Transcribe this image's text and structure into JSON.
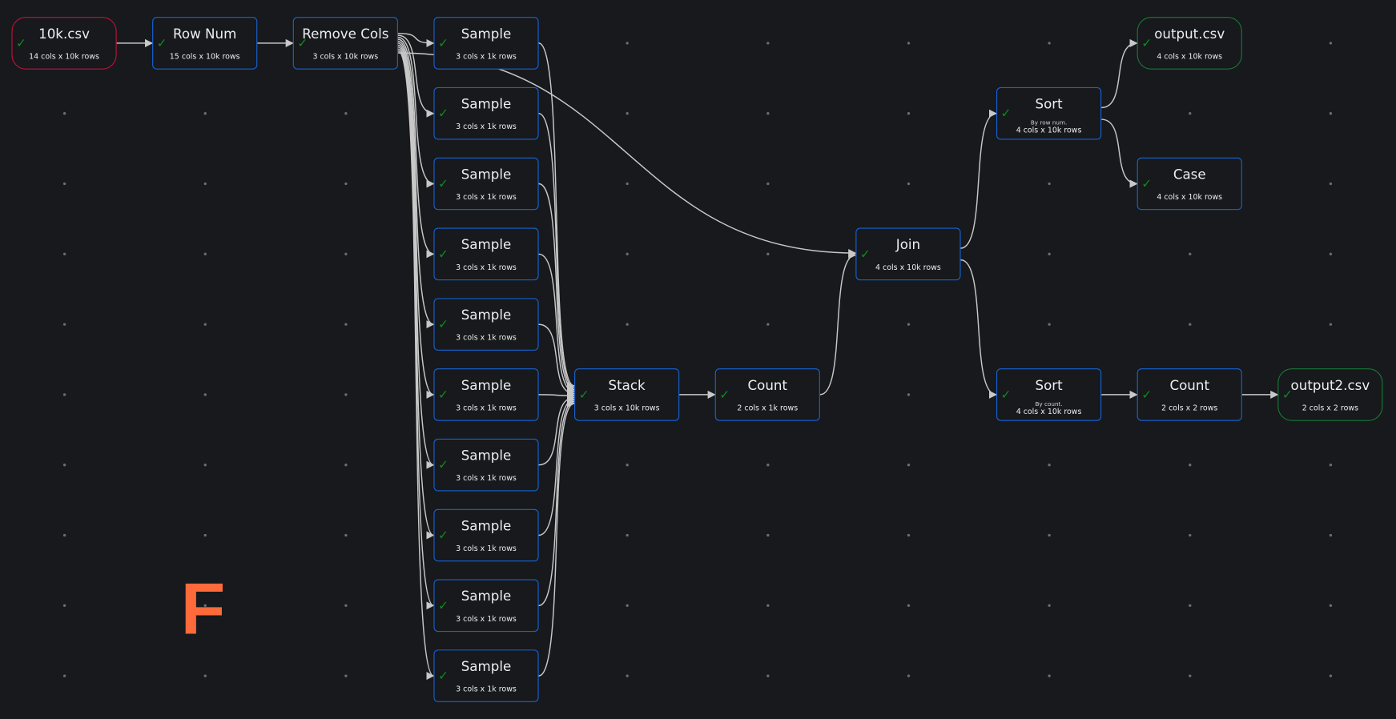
{
  "colors": {
    "background": "#17191c",
    "node_border": "#1663d6",
    "source_border": "#c2123b",
    "sink_border": "#167a37",
    "check": "#0e8a1c",
    "edge": "#c8c8c8",
    "logo": "#ff6a3a"
  },
  "logo_letter": "F",
  "status_icon": "check-icon",
  "nodes": [
    {
      "id": "src",
      "kind": "source",
      "title": "10k.csv",
      "sub": "14 cols x 10k rows"
    },
    {
      "id": "rownum",
      "kind": "op",
      "title": "Row Num",
      "sub": "15 cols x 10k rows"
    },
    {
      "id": "remove",
      "kind": "op",
      "title": "Remove Cols",
      "sub": "3 cols x 10k rows"
    },
    {
      "id": "s0",
      "kind": "op",
      "title": "Sample",
      "sub": "3 cols x 1k rows"
    },
    {
      "id": "s1",
      "kind": "op",
      "title": "Sample",
      "sub": "3 cols x 1k rows"
    },
    {
      "id": "s2",
      "kind": "op",
      "title": "Sample",
      "sub": "3 cols x 1k rows"
    },
    {
      "id": "s3",
      "kind": "op",
      "title": "Sample",
      "sub": "3 cols x 1k rows"
    },
    {
      "id": "s4",
      "kind": "op",
      "title": "Sample",
      "sub": "3 cols x 1k rows"
    },
    {
      "id": "s5",
      "kind": "op",
      "title": "Sample",
      "sub": "3 cols x 1k rows"
    },
    {
      "id": "s6",
      "kind": "op",
      "title": "Sample",
      "sub": "3 cols x 1k rows"
    },
    {
      "id": "s7",
      "kind": "op",
      "title": "Sample",
      "sub": "3 cols x 1k rows"
    },
    {
      "id": "s8",
      "kind": "op",
      "title": "Sample",
      "sub": "3 cols x 1k rows"
    },
    {
      "id": "s9",
      "kind": "op",
      "title": "Sample",
      "sub": "3 cols x 1k rows"
    },
    {
      "id": "stack",
      "kind": "op",
      "title": "Stack",
      "sub": "3 cols x 10k rows"
    },
    {
      "id": "count1",
      "kind": "op",
      "title": "Count",
      "sub": "2 cols x 1k rows"
    },
    {
      "id": "join",
      "kind": "op",
      "title": "Join",
      "sub": "4 cols x 10k rows"
    },
    {
      "id": "sort1",
      "kind": "op",
      "title": "Sort",
      "desc": "By row num.",
      "sub": "4 cols x 10k rows"
    },
    {
      "id": "out1",
      "kind": "sink",
      "title": "output.csv",
      "sub": "4 cols x 10k rows"
    },
    {
      "id": "case",
      "kind": "op",
      "title": "Case",
      "sub": "4 cols x 10k rows"
    },
    {
      "id": "sort2",
      "kind": "op",
      "title": "Sort",
      "desc": "By count.",
      "sub": "4 cols x 10k rows"
    },
    {
      "id": "count2",
      "kind": "op",
      "title": "Count",
      "sub": "2 cols x 2 rows"
    },
    {
      "id": "out2",
      "kind": "sink",
      "title": "output2.csv",
      "sub": "2 cols x 2 rows"
    }
  ],
  "edges": [
    [
      "src",
      "rownum"
    ],
    [
      "rownum",
      "remove"
    ],
    [
      "remove",
      "s0"
    ],
    [
      "remove",
      "s1"
    ],
    [
      "remove",
      "s2"
    ],
    [
      "remove",
      "s3"
    ],
    [
      "remove",
      "s4"
    ],
    [
      "remove",
      "s5"
    ],
    [
      "remove",
      "s6"
    ],
    [
      "remove",
      "s7"
    ],
    [
      "remove",
      "s8"
    ],
    [
      "remove",
      "s9"
    ],
    [
      "remove",
      "join"
    ],
    [
      "s0",
      "stack"
    ],
    [
      "s1",
      "stack"
    ],
    [
      "s2",
      "stack"
    ],
    [
      "s3",
      "stack"
    ],
    [
      "s4",
      "stack"
    ],
    [
      "s5",
      "stack"
    ],
    [
      "s6",
      "stack"
    ],
    [
      "s7",
      "stack"
    ],
    [
      "s8",
      "stack"
    ],
    [
      "s9",
      "stack"
    ],
    [
      "stack",
      "count1"
    ],
    [
      "count1",
      "join"
    ],
    [
      "join",
      "sort1"
    ],
    [
      "join",
      "sort2"
    ],
    [
      "sort1",
      "out1"
    ],
    [
      "sort1",
      "case"
    ],
    [
      "sort2",
      "count2"
    ],
    [
      "count2",
      "out2"
    ]
  ]
}
